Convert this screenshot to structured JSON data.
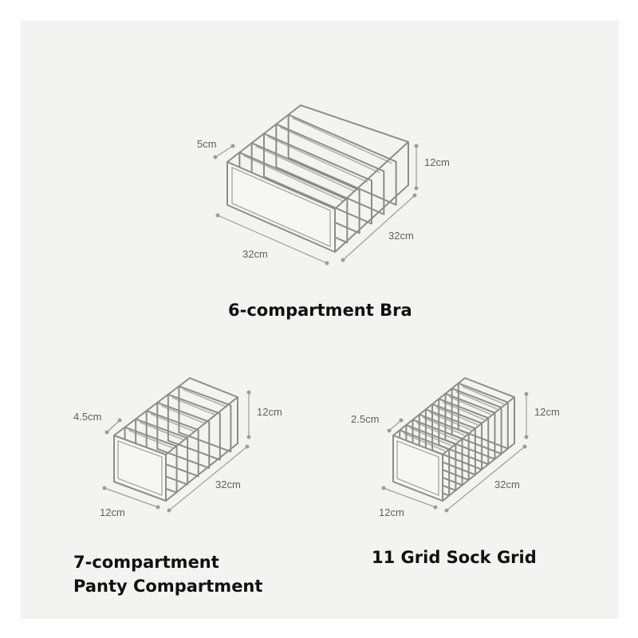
{
  "products": [
    {
      "id": "bra6",
      "caption_lines": [
        "6-compartment Bra"
      ],
      "compartments": 6,
      "dimensions": {
        "width": "32cm",
        "depth": "32cm",
        "height": "12cm",
        "compartment": "5cm"
      }
    },
    {
      "id": "panty7",
      "caption_lines": [
        "7-compartment",
        "Panty Compartment"
      ],
      "compartments": 7,
      "dimensions": {
        "width": "12cm",
        "depth": "32cm",
        "height": "12cm",
        "compartment": "4.5cm"
      }
    },
    {
      "id": "sock11",
      "caption_lines": [
        "11 Grid Sock Grid"
      ],
      "compartments": 11,
      "dimensions": {
        "width": "12cm",
        "depth": "32cm",
        "height": "12cm",
        "compartment": "2.5cm"
      }
    }
  ],
  "colors": {
    "background": "#f3f3f2",
    "outline": "#8c8c8c",
    "caption_text": "#111111",
    "dimension_text": "#5f5f5f"
  }
}
